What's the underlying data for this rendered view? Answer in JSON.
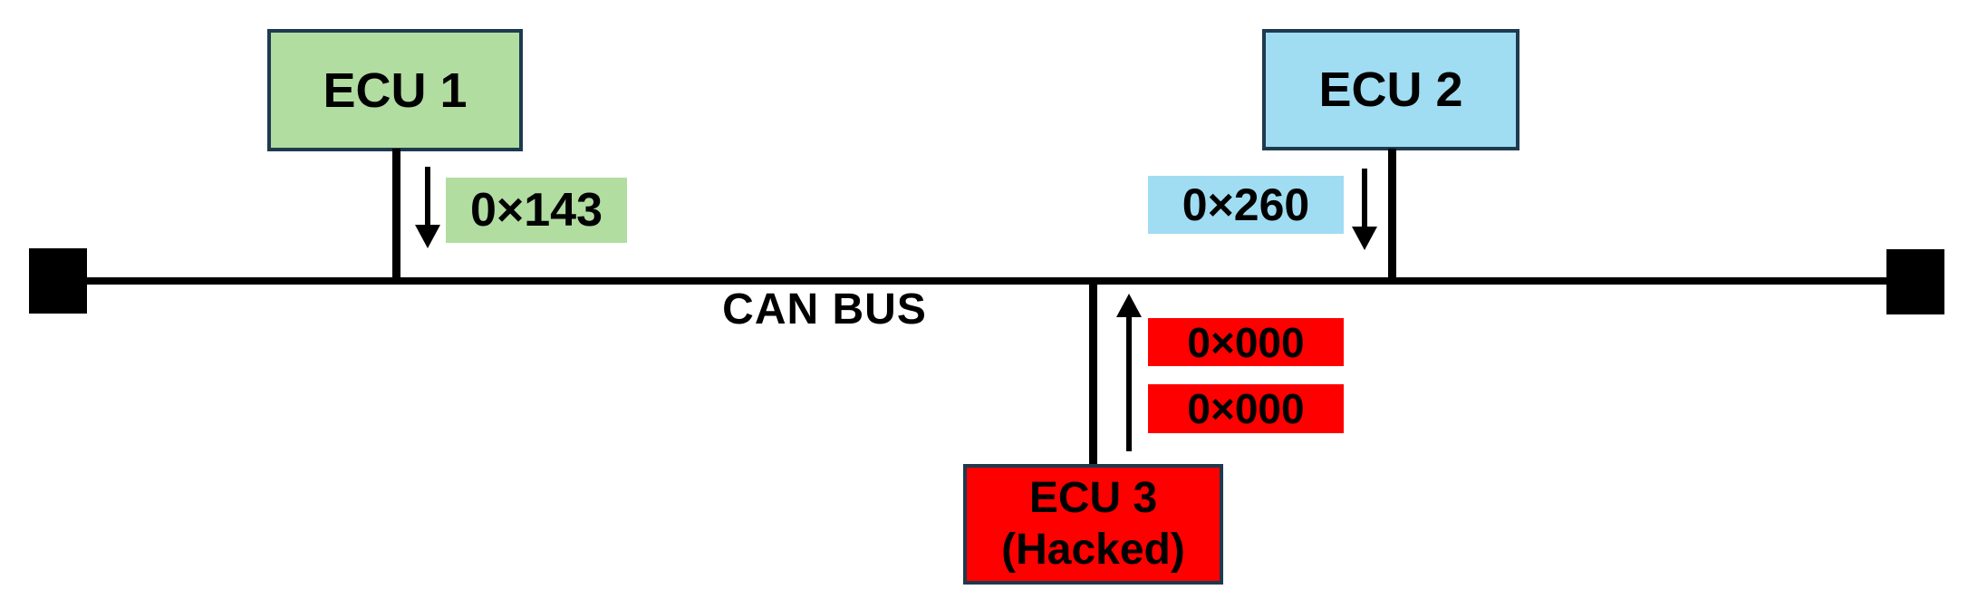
{
  "diagram": {
    "bus": {
      "label": "CAN BUS"
    },
    "ecus": {
      "ecu1": {
        "label": "ECU 1",
        "message": "0×143",
        "arrow_direction": "down"
      },
      "ecu2": {
        "label": "ECU 2",
        "message": "0×260",
        "arrow_direction": "down"
      },
      "ecu3": {
        "label": "ECU 3",
        "sublabel": "(Hacked)",
        "messages": [
          "0×000",
          "0×000"
        ],
        "arrow_direction": "up"
      }
    },
    "colors": {
      "ecu1-fill": "#b1dda1",
      "ecu2-fill": "#a0ddf2",
      "ecu3-fill": "#fe0000",
      "box-border": "#1e3a4e",
      "line": "#000000",
      "text": "#000000"
    }
  }
}
